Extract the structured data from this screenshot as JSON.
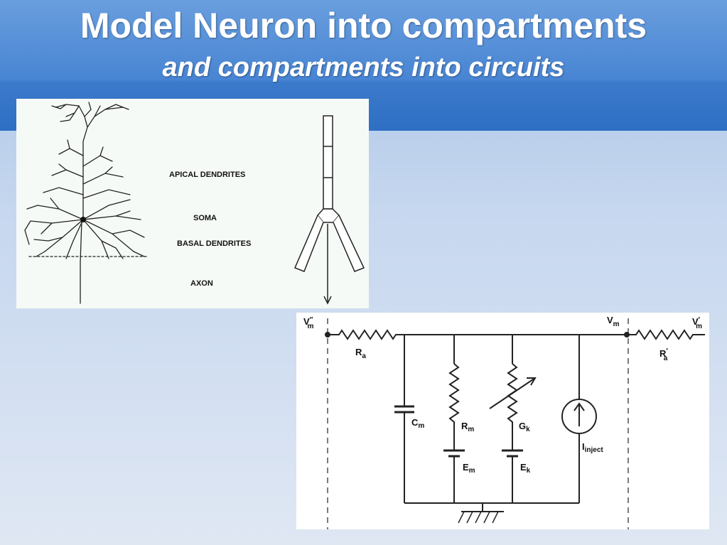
{
  "slide": {
    "title": "Model Neuron into compartments",
    "subtitle": "and compartments into circuits"
  },
  "neuron_figure": {
    "labels": {
      "apical": "APICAL DENDRITES",
      "soma": "SOMA",
      "basal": "BASAL DENDRITES",
      "axon": "AXON"
    }
  },
  "circuit_figure": {
    "labels": {
      "v_left": "V",
      "v_left_sup": "m",
      "v_left_prime": "″",
      "v_mid": "V",
      "v_mid_sub": "m",
      "v_right": "V",
      "v_right_sub": "m",
      "v_right_prime": "′",
      "ra": "R",
      "ra_sub": "a",
      "ra_prime": "R",
      "ra_prime_sub": "a",
      "ra_prime_mark": "′",
      "cm": "C",
      "cm_sub": "m",
      "rm": "R",
      "rm_sub": "m",
      "em": "E",
      "em_sub": "m",
      "gk": "G",
      "gk_sub": "k",
      "ek": "E",
      "ek_sub": "k",
      "iinject": "I",
      "iinject_sub": "inject"
    }
  },
  "colors": {
    "header_blue": "#4784d3",
    "title_text": "#ffffff"
  }
}
